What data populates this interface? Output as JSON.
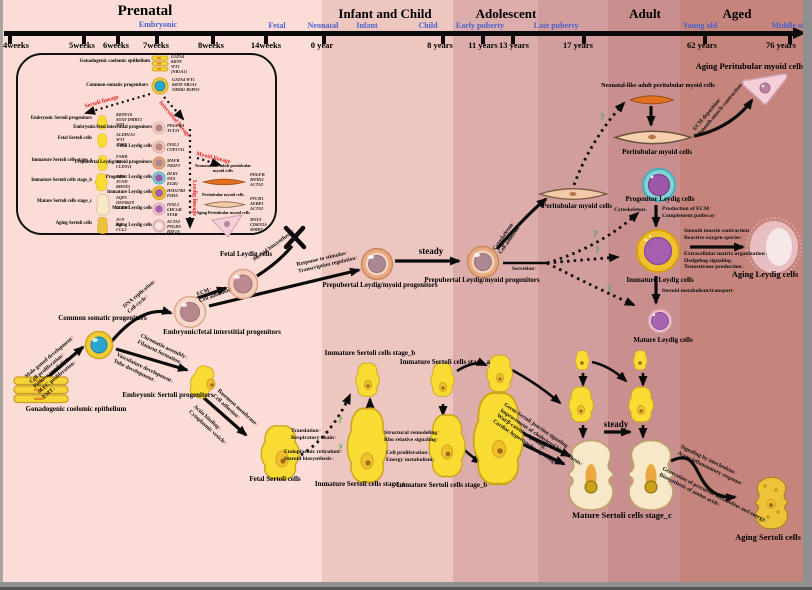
{
  "colors": {
    "band1": "#fbdcd6",
    "band2": "#eec6c0",
    "band3": "#ddadab",
    "band4": "#d29d9d",
    "band5": "#c98f8e",
    "band6": "#c5857c",
    "frame": "#909090",
    "up": "#e02a20",
    "down": "#3a57c8",
    "unsure": "#3aaa50",
    "lineage": "#e02020",
    "stageblue": "#4a62cc",
    "sertoli_yellow": "#f9dc33",
    "mature_cream": "#f6e8c8",
    "leydig_purple": "#a55fae",
    "progenitor_teal": "#82d2d8",
    "myoid_peach": "#f3caa8",
    "neonatal_orange": "#e2701f",
    "aging_pink": "#e9bec3"
  },
  "timeline": {
    "periods": [
      "Prenatal",
      "Infant and Child",
      "Adolescent",
      "Adult",
      "Aged"
    ],
    "substages": [
      "Embryonic",
      "Fetal",
      "Neonatal",
      "Infant",
      "Child",
      "Early puberty",
      "Late puberty",
      "Young old",
      "Middle old"
    ],
    "ticks": [
      "4weeks",
      "5weeks",
      "6weeks",
      "7weeks",
      "8weeks",
      "14weeks",
      "0 year",
      "8 years",
      "11 years",
      "13 years",
      "17 years",
      "62 years",
      "76 years"
    ]
  },
  "labels": {
    "gonadogenic": "Gonadogenic coelomic epithelium",
    "common": "Common somatic progenitors",
    "interstitial": "Embryonic/fetal interstitial progenitors",
    "fetal_leydig": "Fetal Leydig cells",
    "prepubertal": "Prepubertal Leydig/myoid progenitors",
    "steady": "steady",
    "peritubular": "Peritubular myoid cells",
    "neonatal_myoid": "Neonatal-like adult peritubular myoid cells",
    "aging_myoid": "Aging Peritubular myoid cells",
    "progenitor_leydig": "Progenitor Leydig cells",
    "immature_leydig": "Immature Leydig cells",
    "mature_leydig": "Mature Leydig cells",
    "aging_leydig": "Aging Leydig cells",
    "sertoli_prog": "Embryonic Sertoli progenitors",
    "fetal_sertoli": "Fetal Sertoli cells",
    "immature_a": "Immature Sertoli cells stage_a",
    "immature_b": "Immature Sertoli cells stage_b",
    "mature_c": "Mature Sertoli cells stage_c",
    "aging_sertoli": "Aging Sertoli cells"
  },
  "ann": {
    "q": {
      "t": "?"
    },
    "a1": {
      "t": "Male gonad development",
      "m": "↑"
    },
    "a2": {
      "t": "Cell proliferation",
      "m": "↑"
    },
    "a3": {
      "t": "Positive regulation",
      "m": ""
    },
    "a4": {
      "t": "of EC proliferation",
      "m": "↓"
    },
    "a5": {
      "t": "EMT",
      "m": "↓"
    },
    "b1": {
      "t": "DNA replication",
      "m": "↑"
    },
    "b2": {
      "t": "Cell cycle",
      "m": "↑"
    },
    "c1": {
      "t": "Chromatin assembly",
      "m": "↓"
    },
    "c2": {
      "t": "Filament formation",
      "m": "↓"
    },
    "c3": {
      "t": "Vasculature development",
      "m": "↓"
    },
    "c4": {
      "t": "Tube development",
      "m": "↓"
    },
    "d1": {
      "t": "ECM",
      "m": "↑"
    },
    "d2": {
      "t": "Cell adhesion",
      "m": "↑"
    },
    "e1": {
      "t": "Steroid biosynthesis",
      "m": "↑"
    },
    "f1": {
      "t": "Response to stimulus",
      "m": "↑"
    },
    "f2": {
      "t": "Transcription regulation",
      "m": "↑"
    },
    "g1": {
      "t": "Cytoskeleton",
      "m": "↑"
    },
    "g2": {
      "t": "Cell adhesion",
      "m": "↑"
    },
    "h1": {
      "t": "Secretion",
      "m": "↑"
    },
    "i1": {
      "t": "ECM deposition",
      "m": "↑"
    },
    "i2": {
      "t": "Smooth muscle contraction",
      "m": "↓"
    },
    "j1": {
      "t": "Cytoskeleton",
      "m": "↓"
    },
    "j2": {
      "t": "Production of ECM",
      "m": "↑"
    },
    "j3": {
      "t": "Complement pathway",
      "m": "↑"
    },
    "k1": {
      "t": "Smooth muscle contraction",
      "m": "↑"
    },
    "k2": {
      "t": "Reactive oxygen species",
      "m": "↑"
    },
    "k3": {
      "t": "Extracellular matrix organization",
      "m": "↓"
    },
    "k4": {
      "t": "Hedgehog signaling",
      "m": "↓"
    },
    "k5": {
      "t": "Testosterone production",
      "m": "↓"
    },
    "l1": {
      "t": "Steroid metabolism/transport",
      "m": "↑"
    },
    "m1": {
      "t": "Basement membrane",
      "m": "↑"
    },
    "m2": {
      "t": "Cell adhesion",
      "m": "↑"
    },
    "m3": {
      "t": "Actin binding",
      "m": "↑"
    },
    "m4": {
      "t": "Cytoplasmic vesicle",
      "m": "↑"
    },
    "n1": {
      "t": "Translation",
      "m": "↑"
    },
    "n2": {
      "t": "Respiratory chain",
      "m": "↑"
    },
    "n3": {
      "t": "Endoplasmic reticulum",
      "m": "↑"
    },
    "n4": {
      "t": "Steroid biosynthesis",
      "m": "↓"
    },
    "o1": {
      "t": "Structural remodeling",
      "m": "↑"
    },
    "o2": {
      "t": "Rho relative signaling",
      "m": "↑"
    },
    "o3": {
      "t": "Cell proliferation",
      "m": "↓"
    },
    "o4": {
      "t": "Energy metabolism",
      "m": "↓"
    },
    "p1": {
      "t": "Germ-Sertoli junction signaling",
      "m": "↑"
    },
    "p2": {
      "t": "Improvement of cholesterol biosynthesis",
      "m": "↑"
    },
    "p3": {
      "t": "Wnt/β-catenin signaling",
      "m": "↓"
    },
    "p4": {
      "t": "Cardiac hypertrophy signaling",
      "m": "↓"
    },
    "q1": {
      "t": "Signaling by interleukins",
      "m": "↑"
    },
    "q2": {
      "t": "Acute inflammatory response",
      "m": "↑"
    },
    "q3": {
      "t": "Generation of precursor metabolites and energy",
      "m": "↓"
    },
    "q4": {
      "t": "Biosynthesis of amino acids",
      "m": "↓"
    }
  },
  "inset": {
    "epithelium": {
      "label": "Gonadogenic coelomic epithelium",
      "genes": "GATA4\nKRT8\nWT1\n(NR5A1)"
    },
    "common": {
      "label": "Common somatic progenitors",
      "genes": "GATA4  WT1\nKRT8  NR5A1\nNR0B1  RSPO3"
    },
    "lineages": {
      "sertoli": "Sertoli lineage",
      "interstitial": "Interstitial lineage",
      "myoid": "Myoid lineage",
      "leydig": "Leydig lineage"
    },
    "sertoli_rows": [
      {
        "label": "Embryonic Sertoli progenitors",
        "genes": "KRT8/18\nSOX9 DMRT1\nWT1"
      },
      {
        "label": "Fetal Sertoli cells",
        "genes": "ALDH1A1\nWT1\nAMH"
      },
      {
        "label": "Immature Sertoli cells stage_a",
        "genes": "FSHR\nAR\nCLDN11"
      },
      {
        "label": "Immature Sertoli cells stage_b",
        "genes": "TJP1\nJUND\nRHOX5"
      },
      {
        "label": "Mature Sertoli cells stage_c",
        "genes": "AQP5\nDEFB119\nCLDN3"
      },
      {
        "label": "Aging Sertoli cells",
        "genes": "JUN\nIL6\nCCL2"
      }
    ],
    "leydig_rows": [
      {
        "label": "Embryonic/fetal interstitial progenitors",
        "genes": "PDGFRA\nTCF21"
      },
      {
        "label": "Fetal Leydig cells",
        "genes": "INSL3\nCYP17A1"
      },
      {
        "label": "Prepubertal Leydig/myoid progenitors",
        "genes": "MAFB\nNR2F2"
      },
      {
        "label": "Progenitor Leydig cells",
        "genes": "DLK1\nNES\nEGR1"
      },
      {
        "label": "Immature Leydig cells",
        "genes": "HSD17B3\nINHA"
      },
      {
        "label": "Mature Leydig cells",
        "genes": "INSL3\nLHCGR\nSTAR"
      },
      {
        "label": "Aging Leydig cells",
        "genes": "ACTA2\nPTGDS\nHIF1A"
      }
    ],
    "myoid_rows": [
      {
        "label": "Neonatal-like adult peritubular myoid cells",
        "genes": "PDGFB\nMYH11\nACTA2"
      },
      {
        "label": "Peritubular myoid cells",
        "genes": "PTCH1\nAEBP1\nACTA2"
      },
      {
        "label": "Aging Peritubular myoid cells",
        "genes": "MYL9\nCDKN2A\nMMP2"
      }
    ]
  }
}
